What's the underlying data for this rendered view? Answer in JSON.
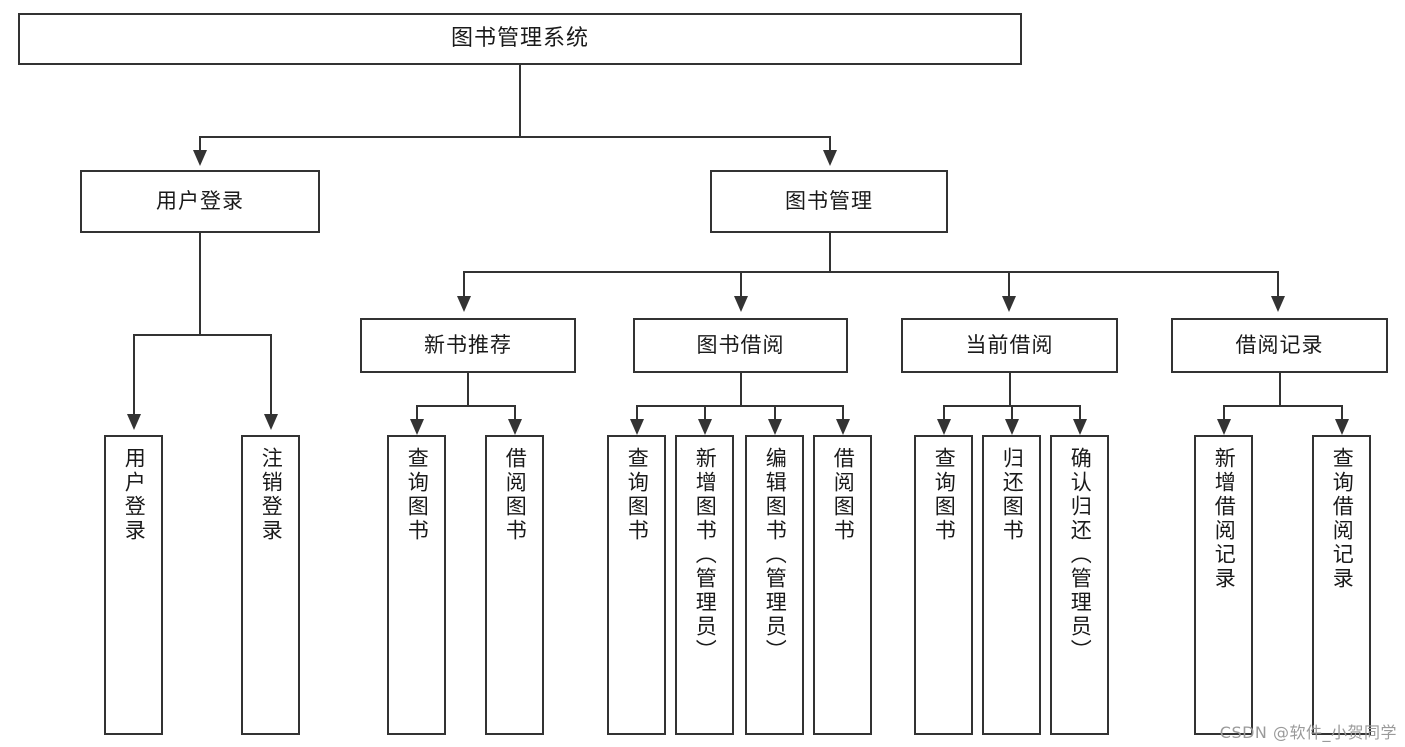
{
  "diagram": {
    "title": "图书管理系统",
    "type": "tree",
    "root": {
      "label": "图书管理系统"
    },
    "level2": [
      {
        "label": "用户登录"
      },
      {
        "label": "图书管理"
      }
    ],
    "level3": [
      {
        "label": "新书推荐"
      },
      {
        "label": "图书借阅"
      },
      {
        "label": "当前借阅"
      },
      {
        "label": "借阅记录"
      }
    ],
    "leaves": {
      "user_login": [
        {
          "label": "用户登录"
        },
        {
          "label": "注销登录"
        }
      ],
      "new_book_recommend": [
        {
          "label": "查询图书"
        },
        {
          "label": "借阅图书"
        }
      ],
      "book_borrow": [
        {
          "label": "查询图书"
        },
        {
          "label": "新增图书（管理员）"
        },
        {
          "label": "编辑图书（管理员）"
        },
        {
          "label": "借阅图书"
        }
      ],
      "current_borrow": [
        {
          "label": "查询图书"
        },
        {
          "label": "归还图书"
        },
        {
          "label": "确认归还（管理员）"
        }
      ],
      "borrow_record": [
        {
          "label": "新增借阅记录"
        },
        {
          "label": "查询借阅记录"
        }
      ]
    }
  },
  "watermark": {
    "text": "CSDN @软件_小贺同学"
  },
  "colors": {
    "border": "#333333",
    "text": "#1a1a1a",
    "background": "#ffffff",
    "watermark": "#9a9a9a"
  }
}
